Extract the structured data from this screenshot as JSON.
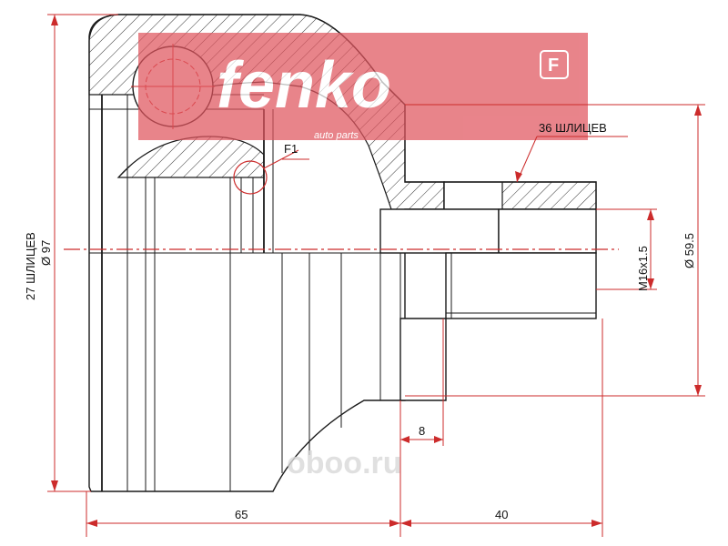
{
  "logo": {
    "brand_text": "fenko",
    "tagline_text": "auto parts",
    "badge_letter": "F",
    "color": "#e0555e"
  },
  "labels": {
    "splines_shaft": "36 ШЛИЦЕВ",
    "splines_housing": "27 ШЛИЦЕВ",
    "diameter_outer": "Ø 97",
    "diameter_seal": "Ø 59.5",
    "thread": "M16x1.5",
    "detail_ref": "F1",
    "dim_length_body": "65",
    "dim_length_shaft": "40",
    "dim_offset": "8"
  },
  "watermark": {
    "text": "oboo.ru"
  },
  "colors": {
    "dimension": "#cc2b2b",
    "outline": "#1a1a1a",
    "watermark": "#d9d9d9"
  }
}
